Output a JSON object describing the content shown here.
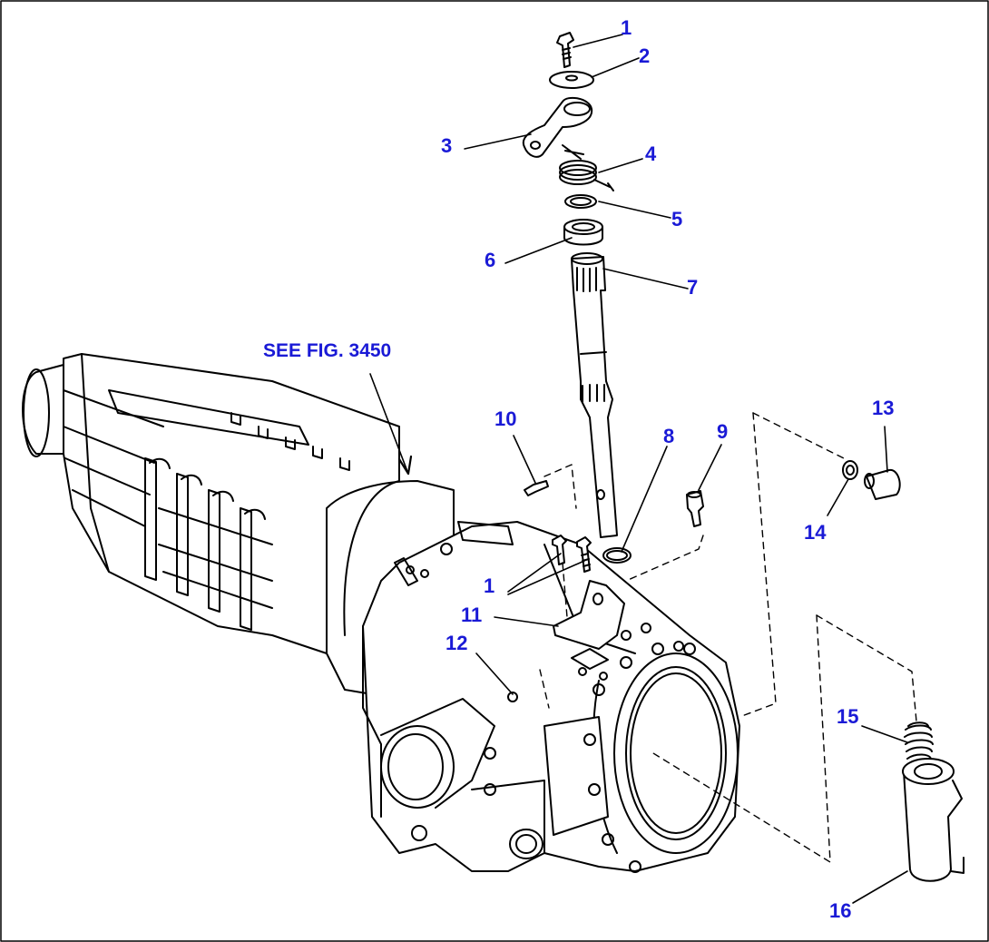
{
  "diagram": {
    "accent_color": "#1a1ad6",
    "line_color": "#000000",
    "reference_label": "SEE FIG. 3450",
    "callouts": {
      "c1_top": "1",
      "c2": "2",
      "c3": "3",
      "c4": "4",
      "c5": "5",
      "c6": "6",
      "c7": "7",
      "c8": "8",
      "c9": "9",
      "c10": "10",
      "c1_lower": "1",
      "c11": "11",
      "c12": "12",
      "c13": "13",
      "c14": "14",
      "c15": "15",
      "c16": "16"
    }
  }
}
